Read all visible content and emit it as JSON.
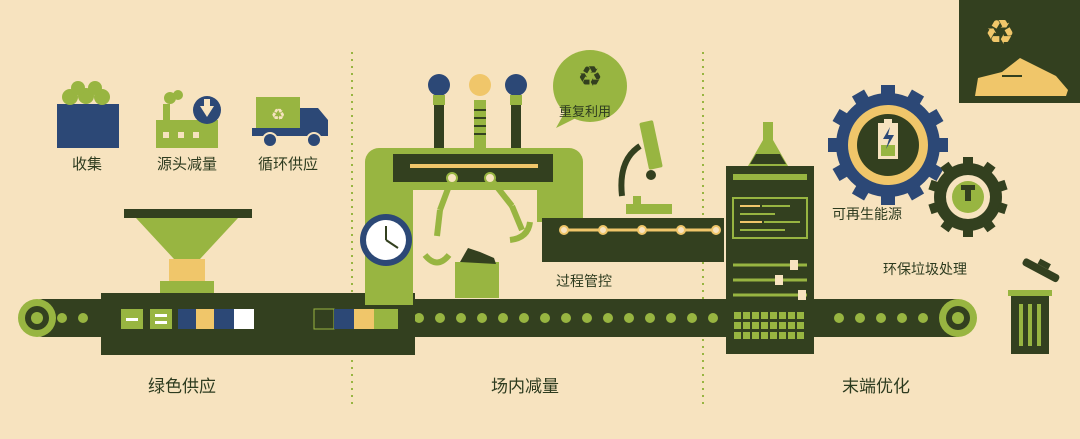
{
  "icons": {
    "collect": {
      "label": "收集"
    },
    "source_reduce": {
      "label": "源头减量"
    },
    "cycle_supply": {
      "label": "循环供应"
    },
    "reuse": {
      "label": "重复利用"
    },
    "renewable": {
      "label": "可再生能源"
    },
    "waste": {
      "label": "环保垃圾处理"
    },
    "process": {
      "label": "过程管控"
    }
  },
  "sections": [
    {
      "label": "绿色供应"
    },
    {
      "label": "场内减量"
    },
    {
      "label": "末端优化"
    }
  ],
  "colors": {
    "background": "#f7e3bf",
    "dark_green": "#33401f",
    "light_green": "#98b541",
    "navy": "#2c4876",
    "gold": "#f0c66a"
  }
}
